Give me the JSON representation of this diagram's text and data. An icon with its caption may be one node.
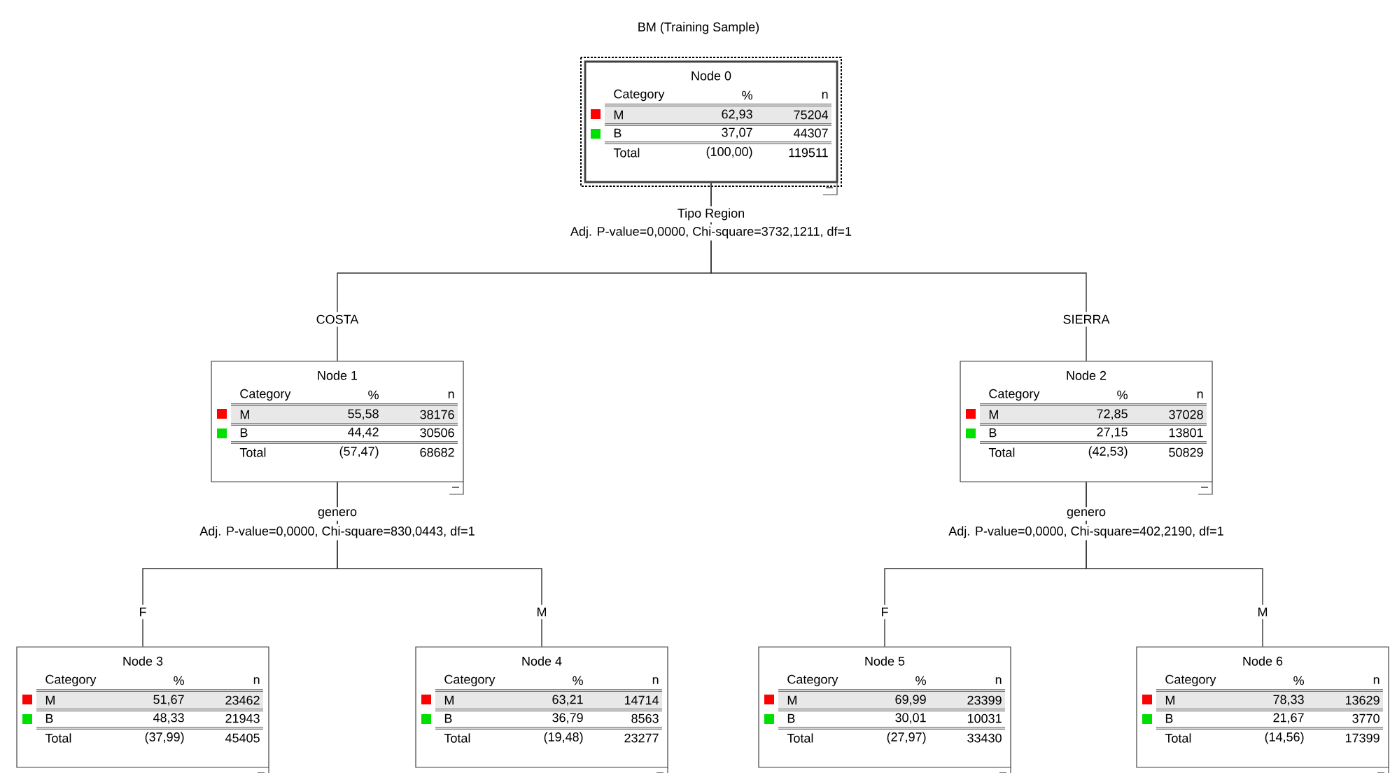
{
  "diagram": {
    "title": "BM (Training Sample)",
    "nodes": [
      {
        "text": [
          "Node 0",
          "Category",
          "%",
          "n",
          "M",
          "62,93",
          "75204",
          "B",
          "37,07",
          "44307",
          "Total",
          "(100,00)",
          "119511"
        ],
        "beside": [
          "Tipo Region",
          "Adj. P-value=0,0000, Chi-square=3732,1211, df=1"
        ]
      },
      {
        "text": [
          "Node 1",
          "Category",
          "%",
          "n",
          "M",
          "55,58",
          "38176",
          "B",
          "44,42",
          "30506",
          "Total",
          "(57,47)",
          "68682"
        ],
        "beside": [
          "genero",
          "Adj. P-value=0,0000, Chi-square=830,0443, df=1"
        ]
      },
      {
        "text": [
          "Node 2",
          "Category",
          "%",
          "n",
          "M",
          "72,85",
          "37028",
          "B",
          "27,15",
          "13801",
          "Total",
          "(42,53)",
          "50829"
        ],
        "beside": [
          "genero",
          "Adj. P-value=0,0000, Chi-square=402,2190, df=1"
        ]
      },
      {
        "text": [
          "Node 3",
          "Category",
          "%",
          "n",
          "M",
          "51,67",
          "23462",
          "B",
          "48,33",
          "21943",
          "Total",
          "(37,99)",
          "45405"
        ]
      },
      {
        "text": [
          "Node 4",
          "Category",
          "%",
          "n",
          "M",
          "63,21",
          "14714",
          "B",
          "36,79",
          "8563",
          "Total",
          "(19,48)",
          "23277"
        ]
      },
      {
        "text": [
          "Node 5",
          "Category",
          "%",
          "n",
          "M",
          "69,99",
          "23399",
          "B",
          "30,01",
          "10031",
          "Total",
          "(27,97)",
          "33430"
        ]
      },
      {
        "text": [
          "Node 6",
          "Category",
          "%",
          "n",
          "M",
          "78,33",
          "13629",
          "B",
          "21,67",
          "3770",
          "Total",
          "(14,56)",
          "17399"
        ]
      }
    ],
    "edges": [
      {
        "from": 0,
        "to": 1,
        "arrow": "none",
        "label": "COSTA"
      },
      {
        "from": 0,
        "to": 2,
        "arrow": "none",
        "label": "SIERRA"
      },
      {
        "from": 1,
        "to": 3,
        "arrow": "none",
        "label": "F"
      },
      {
        "from": 1,
        "to": 4,
        "arrow": "none",
        "label": "M"
      },
      {
        "from": 2,
        "to": 5,
        "arrow": "none",
        "label": "F"
      },
      {
        "from": 2,
        "to": 6,
        "arrow": "none",
        "label": "M"
      }
    ]
  }
}
